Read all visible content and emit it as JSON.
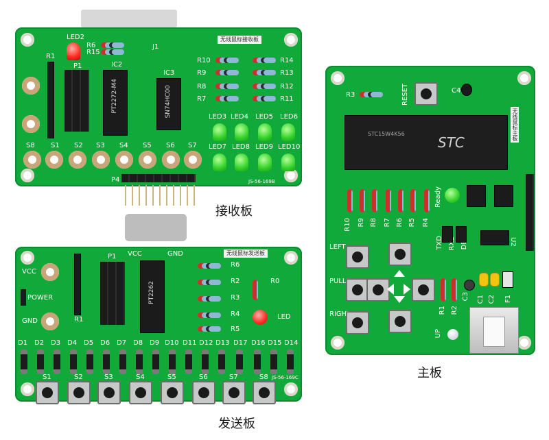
{
  "captions": {
    "receiver": "接收板",
    "sender": "发送板",
    "main": "主板"
  },
  "receiver_board": {
    "title": "无线鼠标接收板",
    "code": "JS-56-169B",
    "labels": [
      "LED2",
      "R6",
      "R15",
      "J1",
      "R1",
      "P1",
      "IC2",
      "IC3",
      "R10",
      "R9",
      "R8",
      "R7",
      "R14",
      "R13",
      "R12",
      "R11",
      "LED3",
      "LED4",
      "LED5",
      "LED6",
      "LED7",
      "LED8",
      "LED9",
      "LED10",
      "S8",
      "S1",
      "S2",
      "S3",
      "S4",
      "S5",
      "S6",
      "S7",
      "P4"
    ],
    "chip_ic2": "PT2272-M4",
    "chip_ic3": "SN74HC00"
  },
  "sender_board": {
    "title": "无线鼠标发送板",
    "code": "JS-56-169C",
    "labels": [
      "VCC",
      "POWER",
      "GND",
      "P1",
      "R1",
      "VCC",
      "GND",
      "R6",
      "R2",
      "R3",
      "R4",
      "R5",
      "R0",
      "LED",
      "D1",
      "D2",
      "D3",
      "D4",
      "D5",
      "D6",
      "D7",
      "D8",
      "D9",
      "D10",
      "D11",
      "D12",
      "D13",
      "D17",
      "D16",
      "D15",
      "D14",
      "S1",
      "S2",
      "S3",
      "S4",
      "S5",
      "S6",
      "S7",
      "S8"
    ],
    "chip_label": "PT2262"
  },
  "main_board": {
    "title": "无线鼠标主板",
    "labels": [
      "R3",
      "RESET",
      "C4",
      "STC",
      "R10",
      "R9",
      "R8",
      "R7",
      "R6",
      "R5",
      "R4",
      "Ready",
      "TXD",
      "RXD",
      "DBF",
      "U2",
      "LEFT",
      "PULLEY",
      "RIGHT",
      "R1",
      "R2",
      "C3",
      "C1",
      "C2",
      "F1",
      "UP"
    ],
    "chip_label": "STC15W4K56"
  }
}
